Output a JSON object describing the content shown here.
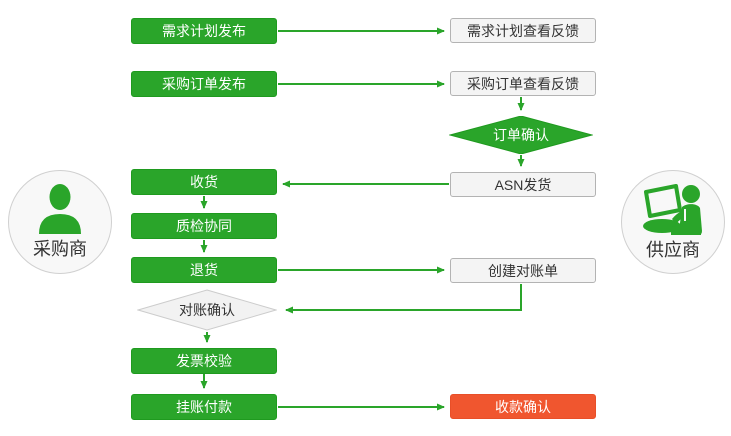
{
  "flow": {
    "actors": {
      "buyer": {
        "label": "采购商"
      },
      "supplier": {
        "label": "供应商"
      }
    },
    "steps": {
      "demand_plan_publish": "需求计划发布",
      "demand_plan_feedback": "需求计划查看反馈",
      "po_publish": "采购订单发布",
      "po_feedback": "采购订单查看反馈",
      "order_confirm": "订单确认",
      "asn_ship": "ASN发货",
      "receive_goods": "收货",
      "quality_collab": "质检协同",
      "return_goods": "退货",
      "create_statement": "创建对账单",
      "reconcile_confirm": "对账确认",
      "invoice_check": "发票校验",
      "book_payment": "挂账付款",
      "receipt_confirm": "收款确认"
    },
    "colors": {
      "green": "#2aa52a",
      "red": "#f0562f",
      "gray_box_fill": "#f4f4f4",
      "gray_box_border": "#b3b3b3",
      "diamond_gray_fill": "#f2f2f2",
      "text_dark": "#333333",
      "text_light": "#ffffff"
    }
  }
}
